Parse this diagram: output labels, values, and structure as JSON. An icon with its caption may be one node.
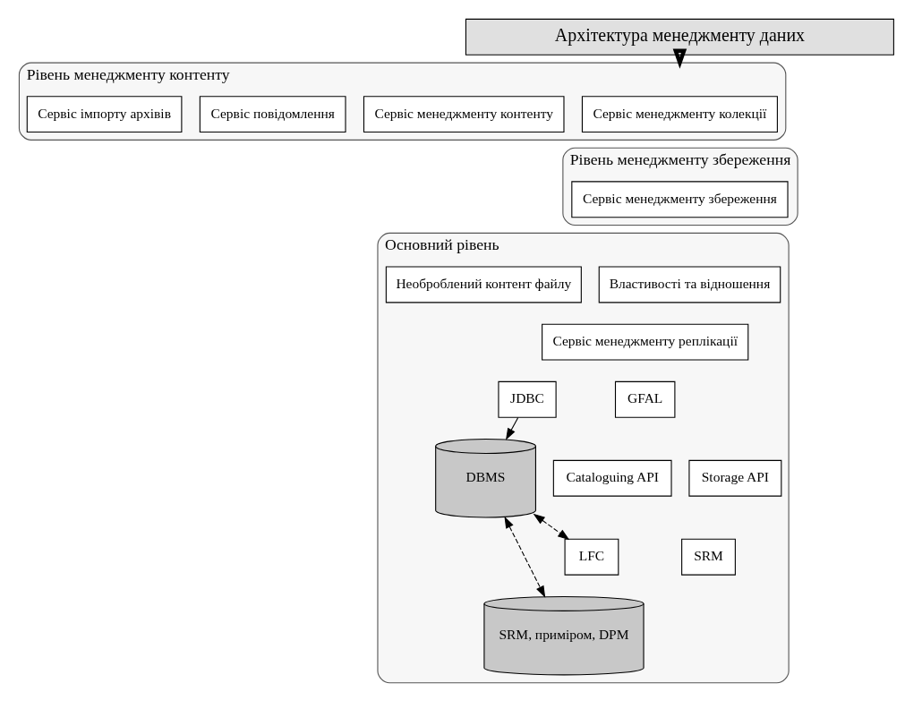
{
  "diagram": {
    "nodes": [
      {
        "text": [
          "Архітектура менеджменту даних"
        ]
      },
      {
        "text": [
          "Рівень менеджменту контенту"
        ]
      },
      {
        "text": [
          "Сервіс менеджменту колекції"
        ],
        "in": 1
      },
      {
        "text": [
          "Сервіс менеджменту контенту"
        ],
        "in": 1
      },
      {
        "text": [
          "Сервіс повідомлення"
        ],
        "in": 1
      },
      {
        "text": [
          "Сервіс імпорту архівів"
        ],
        "in": 1
      },
      {
        "text": [
          "Рівень менеджменту збереження"
        ]
      },
      {
        "text": [
          "Сервіс менеджменту збереження"
        ],
        "in": 6
      },
      {
        "text": [
          "Основний рівень"
        ]
      },
      {
        "text": [
          "Властивості та відношення"
        ],
        "in": 8
      },
      {
        "text": [
          "Необроблений контент файлу"
        ],
        "in": 8
      },
      {
        "text": [
          "Сервіс менеджменту реплікації"
        ],
        "in": 8
      },
      {
        "text": [
          "JDBC"
        ],
        "in": 8
      },
      {
        "text": [
          "GFAL"
        ],
        "in": 8
      },
      {
        "text": [
          "Cataloguing API"
        ],
        "in": 8
      },
      {
        "text": [
          "Storage API"
        ],
        "in": 8
      },
      {
        "text": [
          "LFC"
        ],
        "in": 8
      },
      {
        "text": [
          "SRM"
        ],
        "in": 8
      },
      {
        "text": [
          "DBMS"
        ],
        "in": 8
      },
      {
        "text": [
          "SRM, приміром, DPM"
        ],
        "in": 8
      }
    ],
    "edges": [
      {
        "from": 0,
        "to": 1,
        "arrow": "to",
        "style": "thick"
      },
      {
        "from": 12,
        "to": 18,
        "arrow": "to"
      },
      {
        "from": 18,
        "to": 16,
        "arrow": "both",
        "style": "dashed"
      },
      {
        "from": 18,
        "to": 19,
        "arrow": "both",
        "style": "dashed"
      }
    ]
  }
}
